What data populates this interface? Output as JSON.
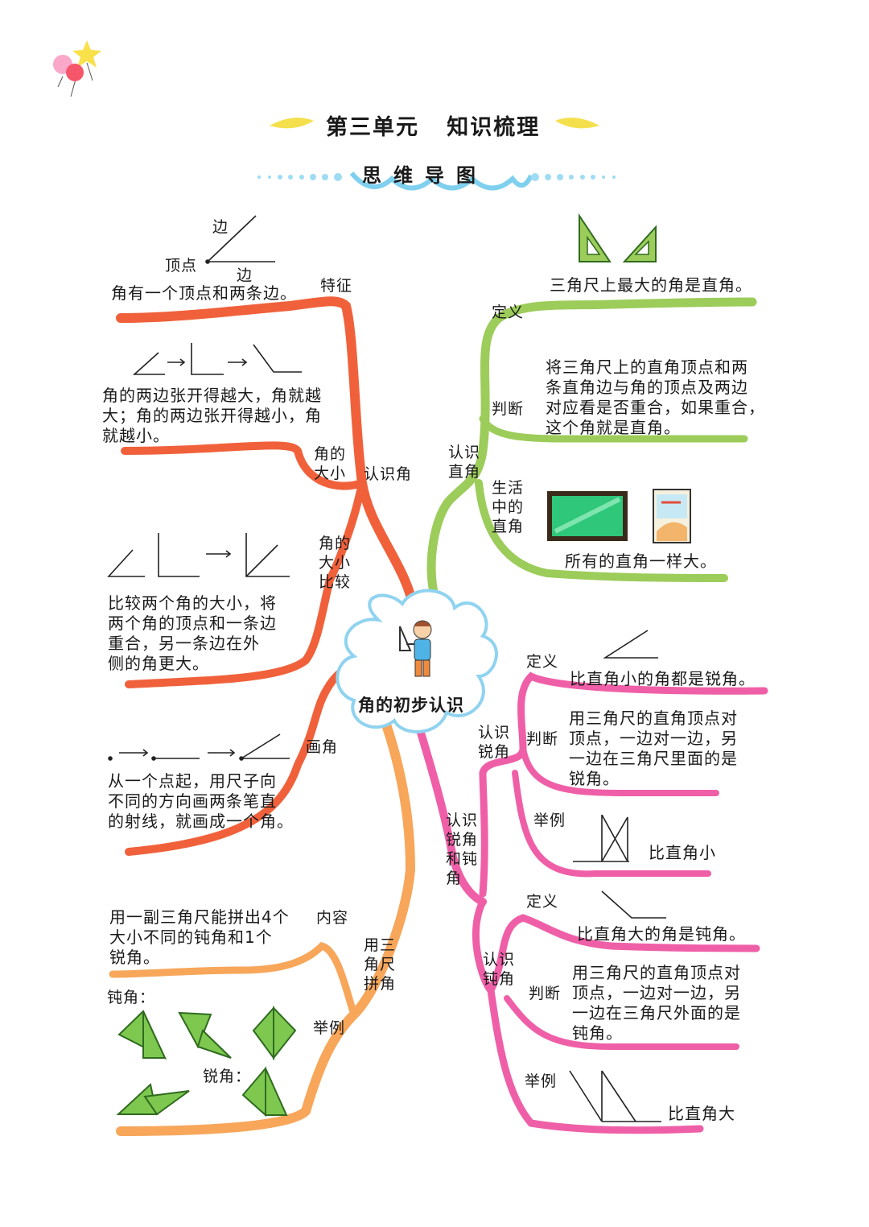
{
  "header": {
    "title": "第三单元   知识梳理",
    "subtitle": "思维导图"
  },
  "center": {
    "label": "角的初步认识"
  },
  "branch_renshi_jiao": {
    "label": "认识角",
    "features": {
      "label": "特征",
      "diagram_side_top": "边",
      "diagram_side_bottom": "边",
      "diagram_vertex": "顶点",
      "text": "角有一个顶点和两条边。"
    },
    "size": {
      "label": "角的\n大小",
      "text": "角的两边张开得越大，角就越\n大；角的两边张开得越小，角\n就越小。"
    },
    "compare": {
      "label": "角的\n大小\n比较",
      "text": "比较两个角的大小，将\n两个角的顶点和一条边\n重合，另一条边在外\n侧的角更大。"
    },
    "draw": {
      "label": "画角",
      "text": "从一个点起，用尺子向\n不同的方向画两条笔直\n的射线，就画成一个角。"
    }
  },
  "branch_pinjiao": {
    "label": "用三\n角尺\n拼角",
    "content": {
      "label": "内容",
      "text": "用一副三角尺能拼出4个\n大小不同的钝角和1个\n锐角。"
    },
    "example": {
      "label": "举例",
      "obtuse_caption": "钝角：",
      "acute_caption": "锐角："
    }
  },
  "branch_zhijiao": {
    "label": "认识\n直角",
    "definition": {
      "label": "定义",
      "text": "三角尺上最大的角是直角。"
    },
    "judge": {
      "label": "判断",
      "text": "将三角尺上的直角顶点和两\n条直角边与角的顶点及两边\n对应看是否重合，如果重合，\n这个角就是直角。"
    },
    "life": {
      "label": "生活\n中的\n直角",
      "text": "所有的直角一样大。"
    }
  },
  "branch_ruidun": {
    "label": "认识\n锐角\n和钝\n角",
    "acute": {
      "label": "认识\n锐角",
      "definition": {
        "label": "定义",
        "text": "比直角小的角都是锐角。"
      },
      "judge": {
        "label": "判断",
        "text": "用三角尺的直角顶点对\n顶点，一边对一边，另\n一边在三角尺里面的是\n锐角。"
      },
      "example": {
        "label": "举例",
        "text": "比直角小"
      }
    },
    "obtuse": {
      "label": "认识\n钝角",
      "definition": {
        "label": "定义",
        "text": "比直角大的角是钝角。"
      },
      "judge": {
        "label": "判断",
        "text": "用三角尺的直角顶点对\n顶点，一边对一边，另\n一边在三角尺外面的是\n钝角。"
      },
      "example": {
        "label": "举例",
        "text": "比直角大"
      }
    }
  },
  "colors": {
    "red_branch": "#f0613b",
    "orange_branch": "#f7a65a",
    "green_branch": "#9ccc5a",
    "pink_branch": "#ef5fa7",
    "cloud_outline": "#8fd3f0",
    "triangle_green": "#7ec850"
  },
  "icons": [
    "balloons-icon",
    "set-square-icon",
    "blackboard-icon",
    "book-icon",
    "boy-with-ruler-icon",
    "cloud-icon"
  ]
}
